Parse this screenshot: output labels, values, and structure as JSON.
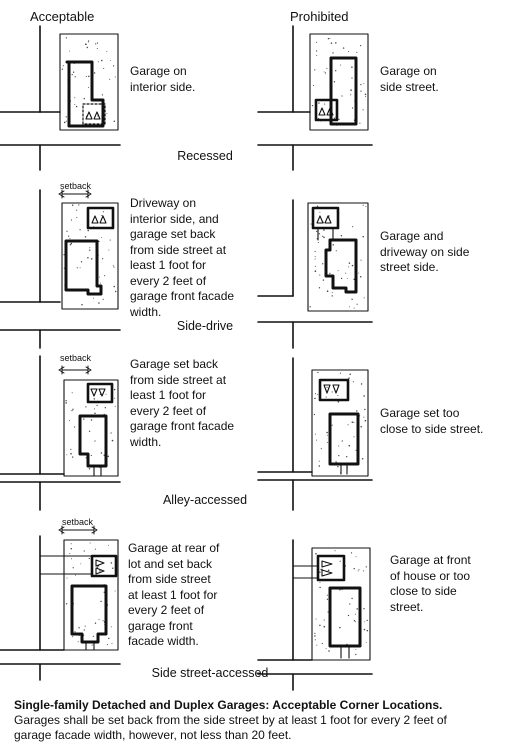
{
  "headers": {
    "left": "Acceptable",
    "right": "Prohibited"
  },
  "rows": [
    {
      "section": "Recessed",
      "acceptable_text": "Garage on\ninterior side.",
      "prohibited_text": "Garage on\nside street.",
      "setback_label": ""
    },
    {
      "section": "Side-drive",
      "acceptable_text": "Driveway on\ninterior side, and\ngarage set back\nfrom side street at\nleast 1 foot for\nevery 2 feet of\ngarage front facade\nwidth.",
      "prohibited_text": "Garage and\ndriveway on side\nstreet side.",
      "setback_label": "setback"
    },
    {
      "section": "Alley-accessed",
      "acceptable_text": "Garage set back\nfrom side street at\nleast 1 foot for\nevery 2 feet of\ngarage front facade\nwidth.",
      "prohibited_text": "Garage set too\nclose to side street.",
      "setback_label": "setback"
    },
    {
      "section": "Side street-accessed",
      "acceptable_text": "Garage at rear of\nlot and set back\nfrom side street\nat least 1 foot for\nevery 2 feet of\ngarage front\nfacade width.",
      "prohibited_text": "Garage at front\nof house or too\nclose to side\nstreet.",
      "setback_label": "setback"
    }
  ],
  "caption": {
    "title": "Single-family Detached and Duplex Garages: Acceptable Corner Locations.",
    "body": "Garages shall be set back from the side street by at least 1 foot for every 2 feet of\ngarage facade width, however, not less than 20 feet."
  }
}
